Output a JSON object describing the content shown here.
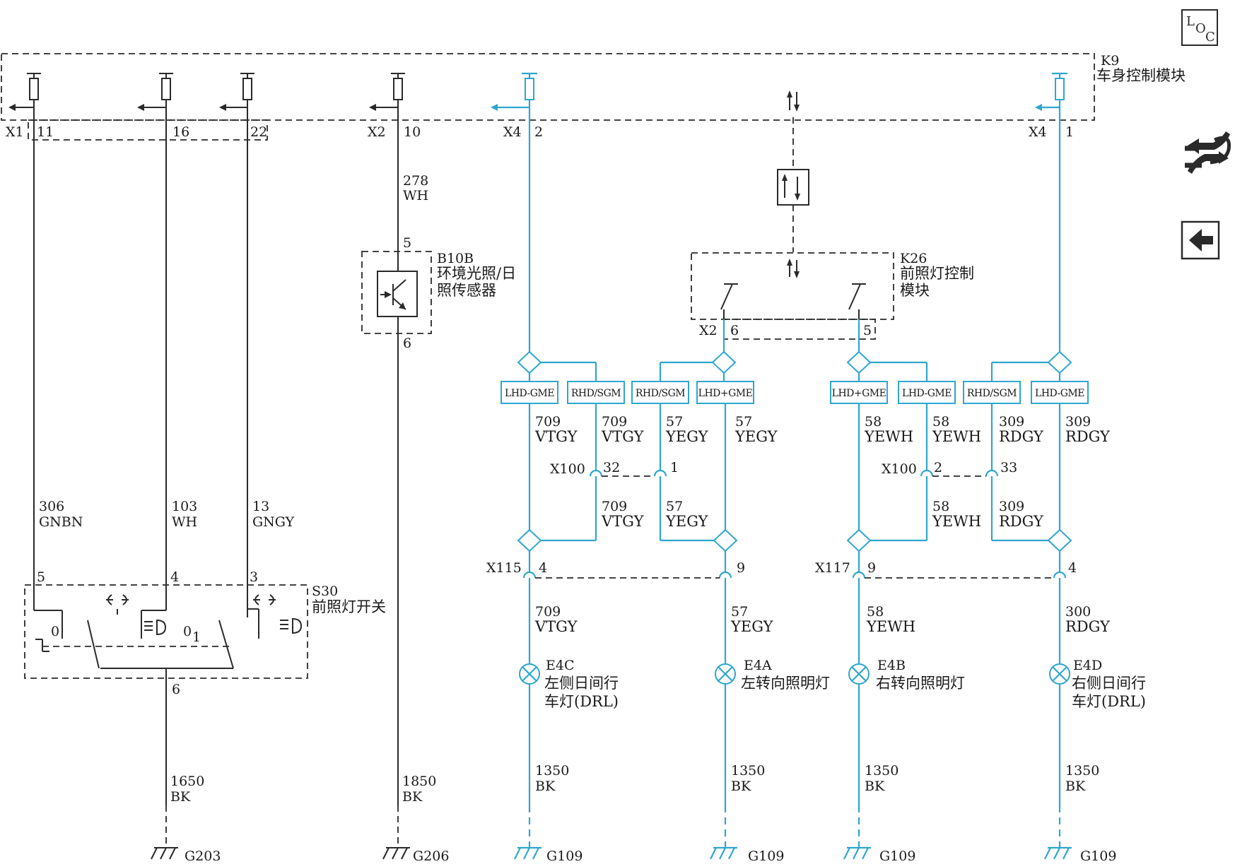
{
  "corner_icon": {
    "name": "loc-icon",
    "text": "LOC"
  },
  "side_icons": [
    {
      "name": "swap-arrows-icon"
    },
    {
      "name": "back-arrow-icon"
    }
  ],
  "colors": {
    "wire_black": "#2a2a2a",
    "wire_blue": "#2fa6cf",
    "background": "#ffffff"
  },
  "modules": {
    "k9": {
      "id": "K9",
      "name": "车身控制模块"
    },
    "k26": {
      "id": "K26",
      "name_line1": "前照灯控制",
      "name_line2": "模块"
    },
    "b10b": {
      "id": "B10B",
      "name_line1": "环境光照/日",
      "name_line2": "照传感器",
      "pin_top": "5",
      "pin_bottom": "6"
    },
    "s30": {
      "id": "S30",
      "name": "前照灯开关",
      "pin_a": "5",
      "pin_b": "4",
      "pin_c": "3",
      "pin_out": "6",
      "pos0": "0",
      "pos01": "0",
      "pos01_sub": "1"
    }
  },
  "k9_connectors": [
    {
      "conn": "X1",
      "pin": "11"
    },
    {
      "conn": "",
      "pin": "16"
    },
    {
      "conn": "",
      "pin": "22"
    },
    {
      "conn": "X2",
      "pin": "10"
    },
    {
      "conn": "X4",
      "pin": "2"
    },
    {
      "conn": "X4",
      "pin": "1"
    }
  ],
  "k26_connector": {
    "conn": "X2",
    "pin_a": "6",
    "pin_b": "5"
  },
  "wires_black": [
    {
      "circuit": "306",
      "color": "GNBN"
    },
    {
      "circuit": "103",
      "color": "WH"
    },
    {
      "circuit": "13",
      "color": "GNGY"
    },
    {
      "circuit": "278",
      "color": "WH"
    }
  ],
  "option_boxes": [
    "LHD-GME",
    "RHD/SGM",
    "RHD/SGM",
    "LHD+GME",
    "LHD+GME",
    "LHD-GME",
    "RHD/SGM",
    "LHD-GME"
  ],
  "wires_upper": [
    {
      "circuit": "709",
      "color": "VTGY"
    },
    {
      "circuit": "709",
      "color": "VTGY"
    },
    {
      "circuit": "57",
      "color": "YEGY"
    },
    {
      "circuit": "57",
      "color": "YEGY"
    },
    {
      "circuit": "58",
      "color": "YEWH"
    },
    {
      "circuit": "58",
      "color": "YEWH"
    },
    {
      "circuit": "309",
      "color": "RDGY"
    },
    {
      "circuit": "309",
      "color": "RDGY"
    }
  ],
  "x100": [
    {
      "conn": "X100",
      "pin_a": "32",
      "pin_b": "1"
    },
    {
      "conn": "X100",
      "pin_a": "2",
      "pin_b": "33"
    }
  ],
  "wires_mid": [
    {
      "circuit": "709",
      "color": "VTGY"
    },
    {
      "circuit": "57",
      "color": "YEGY"
    },
    {
      "circuit": "58",
      "color": "YEWH"
    },
    {
      "circuit": "309",
      "color": "RDGY"
    }
  ],
  "inline_connectors": [
    {
      "conn": "X115",
      "pin_a": "4",
      "pin_b": "9"
    },
    {
      "conn": "X117",
      "pin_a": "9",
      "pin_b": "4"
    }
  ],
  "wires_lower": [
    {
      "circuit": "709",
      "color": "VTGY"
    },
    {
      "circuit": "57",
      "color": "YEGY"
    },
    {
      "circuit": "58",
      "color": "YEWH"
    },
    {
      "circuit": "300",
      "color": "RDGY"
    }
  ],
  "lamps": [
    {
      "id": "E4C",
      "name_line1": "左侧日间行",
      "name_line2": "车灯(DRL)"
    },
    {
      "id": "E4A",
      "name_line1": "左转向照明灯",
      "name_line2": ""
    },
    {
      "id": "E4B",
      "name_line1": "右转向照明灯",
      "name_line2": ""
    },
    {
      "id": "E4D",
      "name_line1": "右侧日间行",
      "name_line2": "车灯(DRL)"
    }
  ],
  "ground_wires": [
    {
      "circuit": "1650",
      "color": "BK"
    },
    {
      "circuit": "1850",
      "color": "BK"
    },
    {
      "circuit": "1350",
      "color": "BK"
    },
    {
      "circuit": "1350",
      "color": "BK"
    },
    {
      "circuit": "1350",
      "color": "BK"
    },
    {
      "circuit": "1350",
      "color": "BK"
    }
  ],
  "grounds": [
    "G203",
    "G206",
    "G109",
    "G109",
    "G109",
    "G109"
  ]
}
